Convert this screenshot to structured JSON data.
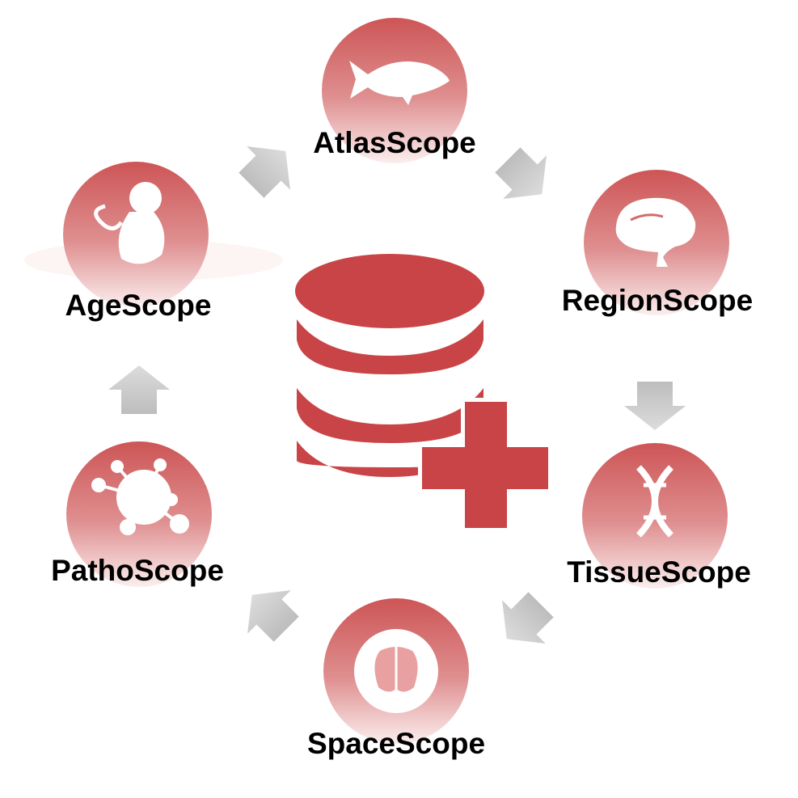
{
  "colors": {
    "accent": "#c94446",
    "arrow": "#c8c8c8"
  },
  "center": {
    "icon": "database-plus-icon"
  },
  "nodes": [
    {
      "label": "AtlasScope",
      "icon": "fish-icon"
    },
    {
      "label": "RegionScope",
      "icon": "brain-icon"
    },
    {
      "label": "TissueScope",
      "icon": "dna-icon"
    },
    {
      "label": "SpaceScope",
      "icon": "brain-organ-icon"
    },
    {
      "label": "PathoScope",
      "icon": "virus-icon"
    },
    {
      "label": "AgeScope",
      "icon": "embryo-icon"
    }
  ]
}
